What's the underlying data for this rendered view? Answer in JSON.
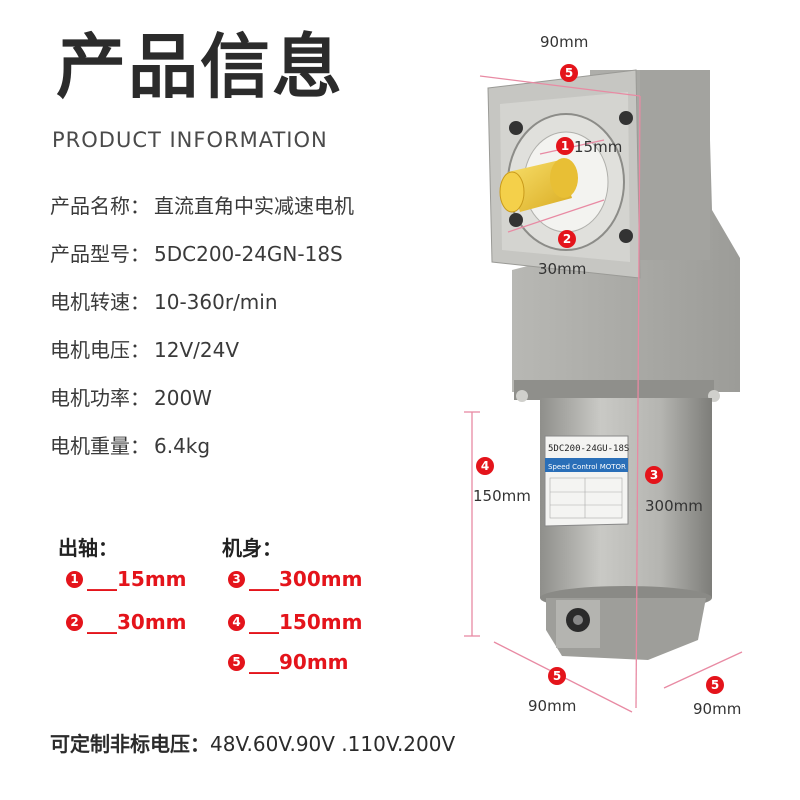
{
  "header": {
    "title": "产品信息",
    "subtitle": "PRODUCT INFORMATION"
  },
  "specs": [
    {
      "label": "产品名称：",
      "value": "直流直角中实减速电机"
    },
    {
      "label": "产品型号：",
      "value": "5DC200-24GN-18S"
    },
    {
      "label": "电机转速：",
      "value": "10-360r/min"
    },
    {
      "label": "电机电压：",
      "value": "12V/24V"
    },
    {
      "label": "电机功率：",
      "value": "200W"
    },
    {
      "label": "电机重量：",
      "value": "6.4kg"
    }
  ],
  "dimensions": {
    "shaft_heading": "出轴：",
    "body_heading": "机身：",
    "shaft": [
      {
        "num": "1",
        "text": "___15mm"
      },
      {
        "num": "2",
        "text": "___30mm"
      }
    ],
    "body": [
      {
        "num": "3",
        "text": "___300mm"
      },
      {
        "num": "4",
        "text": "___150mm"
      },
      {
        "num": "5",
        "text": "___90mm"
      }
    ]
  },
  "footer": {
    "label": "可定制非标电压：",
    "value": "48V.60V.90V .110V.200V"
  },
  "product_image": {
    "nameplate_model": "5DC200-24GU-18S",
    "nameplate_brand": "Speed Control MOTOR",
    "annotations": {
      "top_width": "90mm",
      "shaft_diameter": "15mm",
      "shaft_length": "30mm",
      "body_diameter": "150mm",
      "total_height": "300mm",
      "bottom_width_front": "90mm",
      "bottom_width_side": "90mm"
    }
  },
  "colors": {
    "accent_red": "#e4141b",
    "motor_gray": "#a9a9a5",
    "shaft_yellow": "#f2cc3c"
  }
}
